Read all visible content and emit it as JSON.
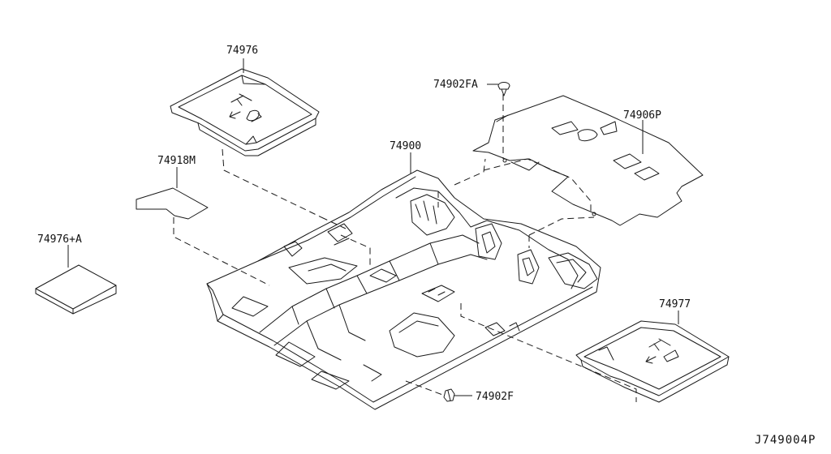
{
  "parts": {
    "p74976": "74976",
    "p74918m": "74918M",
    "p74976a": "74976+A",
    "p74900": "74900",
    "p74902fa": "74902FA",
    "p74906p": "74906P",
    "p74977": "74977",
    "p74902f": "74902F"
  },
  "diagram_code": "J749004P"
}
